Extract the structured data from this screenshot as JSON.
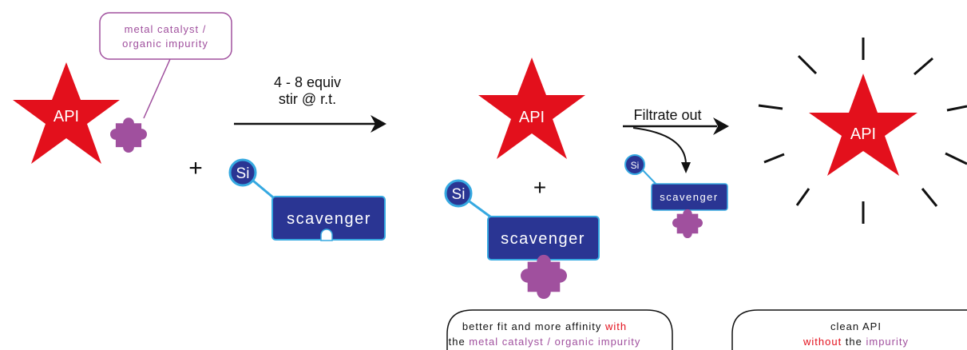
{
  "callout": {
    "line1": "metal catalyst /",
    "line2": "organic impurity"
  },
  "labels": {
    "api": "API",
    "si": "Si",
    "scavenger": "scavenger",
    "plus": "+"
  },
  "step1": {
    "line1": "4 - 8 equiv",
    "line2": "stir @ r.t."
  },
  "step2": {
    "label": "Filtrate out"
  },
  "note_left": {
    "line1_a": "better fit and more affinity ",
    "line1_b": "with",
    "line2_a": "the ",
    "line2_b": "metal catalyst / organic impurity"
  },
  "note_right": {
    "line1": "clean API",
    "line2_a": "without",
    "line2_b": " the ",
    "line2_c": "impurity"
  },
  "colors": {
    "api_red": "#e3101c",
    "impurity_purple": "#a0509e",
    "scavenger_blue": "#2a3593",
    "scavenger_border": "#36a9e1",
    "emphasis_red": "#e3101c",
    "text_dark": "#111111"
  }
}
